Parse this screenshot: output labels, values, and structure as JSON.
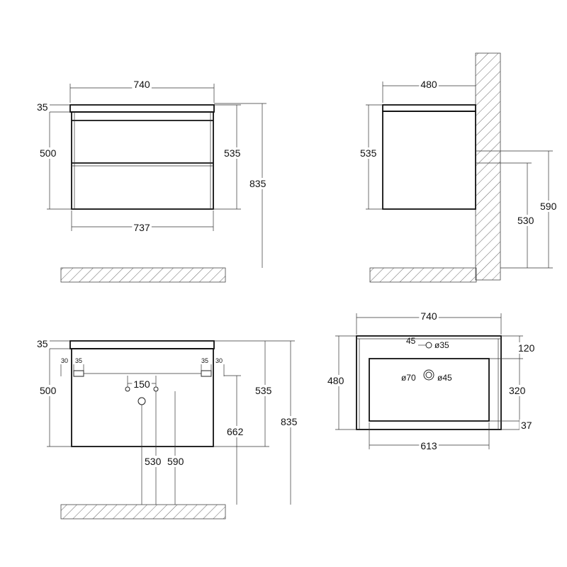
{
  "front_view": {
    "width_top": "740",
    "top_thickness": "35",
    "drawer_height": "500",
    "body_height": "535",
    "total_height": "835",
    "width_bottom": "737"
  },
  "side_view": {
    "depth": "480",
    "body_height": "535",
    "mount_530": "530",
    "mount_590": "590"
  },
  "back_view": {
    "top_thickness": "35",
    "body_height_500": "500",
    "body_height_535": "535",
    "total_height": "835",
    "hanger_left_30": "30",
    "hanger_left_35": "35",
    "hanger_right_35": "35",
    "hanger_right_30": "30",
    "hole_spacing": "150",
    "dim_662": "662",
    "dim_530": "530",
    "dim_590": "590"
  },
  "top_view": {
    "width": "740",
    "depth": "480",
    "offset_45": "45",
    "tap_hole": "ø35",
    "drain_outer": "ø70",
    "drain_inner": "ø45",
    "dim_120": "120",
    "dim_320": "320",
    "dim_37": "37",
    "basin_width": "613"
  }
}
